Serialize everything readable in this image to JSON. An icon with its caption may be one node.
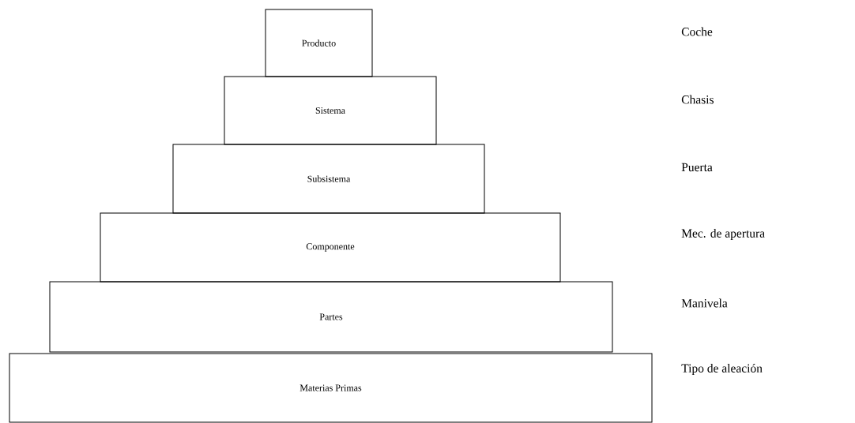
{
  "diagram": {
    "nodes": [
      {
        "text": [
          "Producto"
        ]
      },
      {
        "text": [
          "Sistema"
        ]
      },
      {
        "text": [
          "Subsistema"
        ]
      },
      {
        "text": [
          "Componente"
        ]
      },
      {
        "text": [
          "Partes"
        ]
      },
      {
        "text": [
          "Materias Primas"
        ]
      }
    ],
    "labels": [
      "Coche",
      "Chasis",
      "Puerta",
      "Mec. de apertura",
      "Manivela",
      "Tipo de aleación"
    ]
  }
}
